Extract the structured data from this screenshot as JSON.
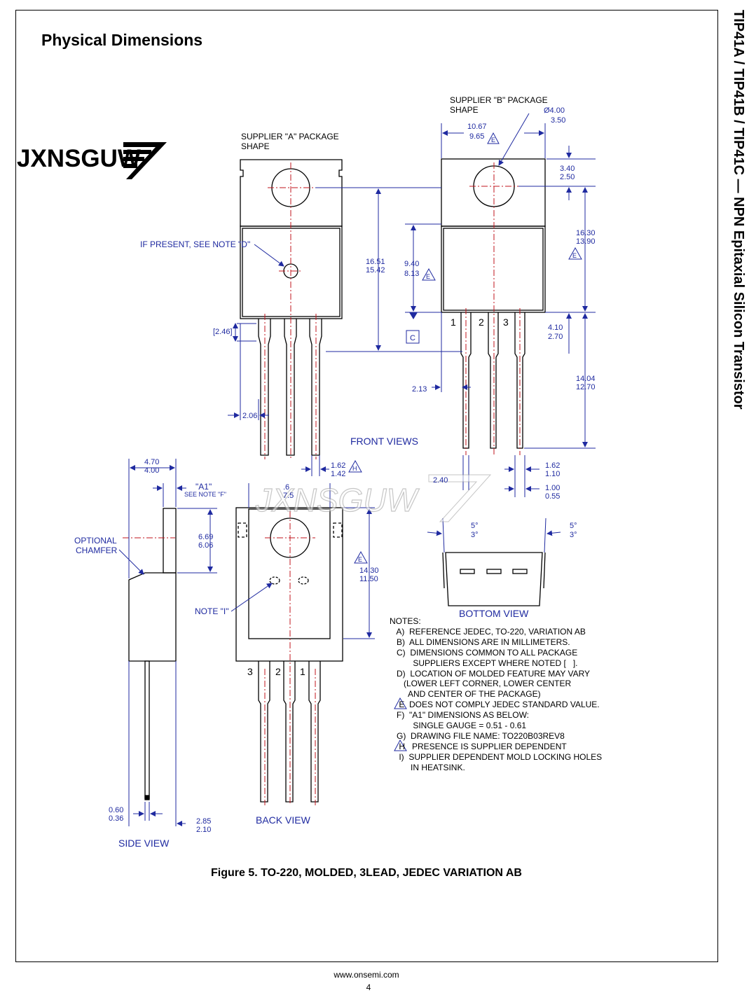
{
  "page": {
    "heading": "Physical Dimensions",
    "side_title": "TIP41A / TIP41B / TIP41C — NPN Epitaxial Silicon Transistor",
    "caption": "Figure 5. TO-220, MOLDED, 3LEAD, JEDEC VARIATION AB",
    "footer_url": "www.onsemi.com",
    "footer_page": "4"
  },
  "logo": {
    "text": "JXNSGUW",
    "watermark": "JXNSGUW"
  },
  "colors": {
    "dimension": "#1f2aa0",
    "centerline": "#c0141c",
    "outline": "#000000"
  },
  "labels": {
    "supplier_a": "SUPPLIER \"A\" PACKAGE",
    "supplier_a_2": "SHAPE",
    "supplier_b": "SUPPLIER \"B\" PACKAGE",
    "supplier_b_2": "SHAPE",
    "note_d": "IF PRESENT, SEE NOTE \"D\"",
    "front_views": "FRONT VIEWS",
    "bottom_view": "BOTTOM VIEW",
    "back_view": "BACK VIEW",
    "side_view": "SIDE VIEW",
    "optional": "OPTIONAL",
    "chamfer": "CHAMFER",
    "note_i": "NOTE \"I\"",
    "a1": "\"A1\"",
    "see_note_f": "SEE NOTE \"F\"",
    "datum_c": "C",
    "datum_e": "E",
    "datum_h": "H",
    "pin1": "1",
    "pin2": "2",
    "pin3": "3"
  },
  "dimensions": {
    "d_phi400": "Ø4.00",
    "d_350": "3.50",
    "d_1067": "10.67",
    "d_965": "9.65",
    "d_340": "3.40",
    "d_250": "2.50",
    "d_1630": "16.30",
    "d_1390": "13.90",
    "d_1651": "16.51",
    "d_1542": "15.42",
    "d_940": "9.40",
    "d_813": "8.13",
    "d_246": "[2.46]",
    "d_410": "4.10",
    "d_270": "2.70",
    "d_1404": "14.04",
    "d_1270": "12.70",
    "d_213": "2.13",
    "d_206": "2.06",
    "d_162a": "1.62",
    "d_142": "1.42",
    "d_162b": "1.62",
    "d_110": "1.10",
    "d_100": "1.00",
    "d_055": "0.55",
    "d_240": "2.40",
    "d_470": "4.70",
    "d_400": "4.00",
    "d_669": "6.69",
    "d_606": "6.06",
    "d_1430": "14.30",
    "d_1150": "11.50",
    "d_6x": ".6",
    "d_75": "7.5",
    "d_5deg": "5°",
    "d_3deg": "3°",
    "d_060": "0.60",
    "d_036": "0.36",
    "d_285": "2.85",
    "d_210": "2.10"
  },
  "notes": [
    "NOTES:",
    "   A)  REFERENCE JEDEC, TO-220, VARIATION AB",
    "   B)  ALL DIMENSIONS ARE IN MILLIMETERS.",
    "   C)  DIMENSIONS COMMON TO ALL PACKAGE",
    "          SUPPLIERS EXCEPT WHERE NOTED [   ].",
    "   D)  LOCATION OF MOLDED FEATURE MAY VARY",
    "      (LOWER LEFT CORNER, LOWER CENTER",
    "        AND CENTER OF THE PACKAGE)",
    "    E  DOES NOT COMPLY JEDEC STANDARD VALUE.",
    "   F)  \"A1\" DIMENSIONS AS BELOW:",
    "          SINGLE GAUGE = 0.51 - 0.61",
    "   G)  DRAWING FILE NAME: TO220B03REV8",
    "    H   PRESENCE IS SUPPLIER DEPENDENT",
    "    I)  SUPPLIER DEPENDENT MOLD LOCKING HOLES",
    "         IN HEATSINK."
  ]
}
